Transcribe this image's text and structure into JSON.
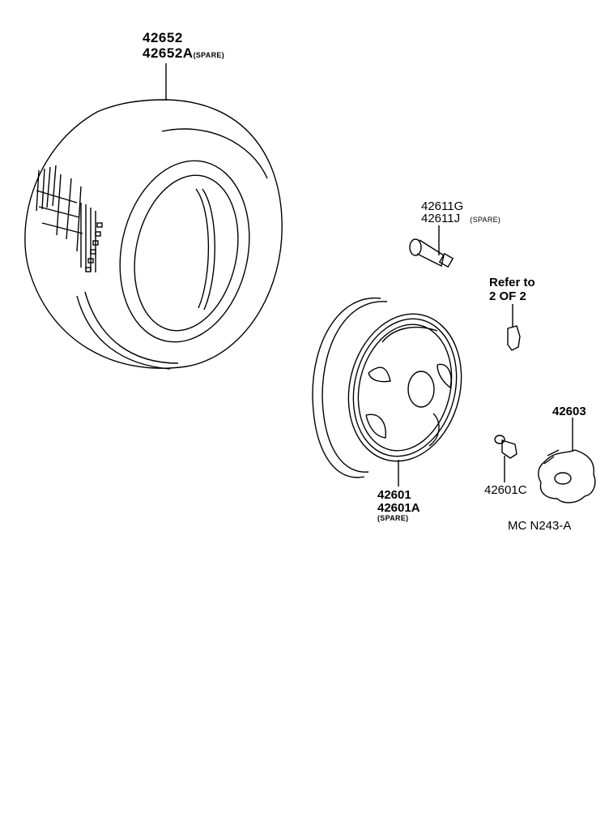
{
  "diagram": {
    "title_code": "MC N243-A",
    "parts": [
      {
        "id": "tire",
        "numbers": [
          "42652",
          "42652A"
        ],
        "note": "(SPARE)"
      },
      {
        "id": "valve",
        "numbers": [
          "42611G",
          "42611J"
        ],
        "note": "(SPARE)"
      },
      {
        "id": "balance-weight",
        "reference": [
          "Refer to",
          "2 OF 2"
        ]
      },
      {
        "id": "wheel",
        "numbers": [
          "42601",
          "42601A"
        ],
        "note": "(SPARE)"
      },
      {
        "id": "hub-nut",
        "numbers": [
          "42601C"
        ]
      },
      {
        "id": "center-cap",
        "numbers": [
          "42603"
        ]
      }
    ]
  }
}
